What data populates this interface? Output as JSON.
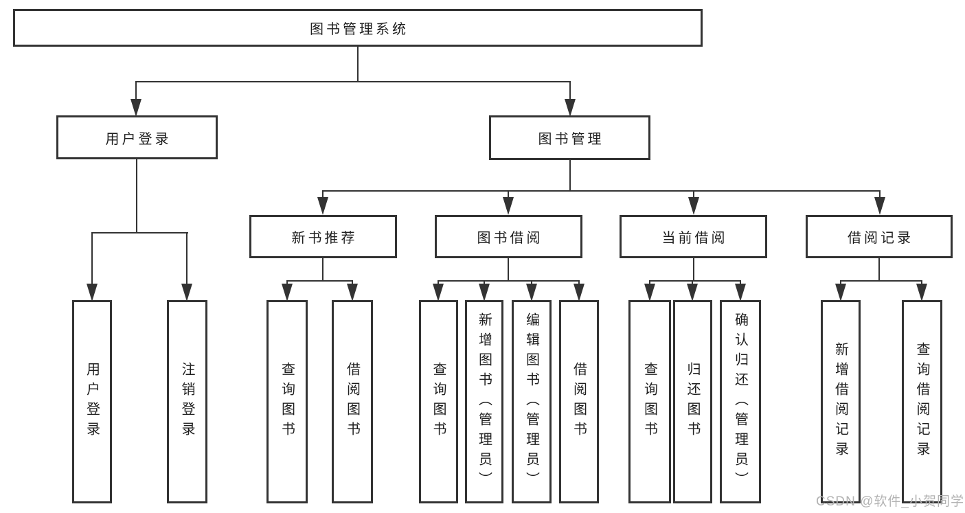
{
  "diagram": {
    "root": {
      "label": "图书管理系统"
    },
    "level1": [
      {
        "label": "用户登录"
      },
      {
        "label": "图书管理"
      }
    ],
    "level2": [
      {
        "label": "新书推荐"
      },
      {
        "label": "图书借阅"
      },
      {
        "label": "当前借阅"
      },
      {
        "label": "借阅记录"
      }
    ],
    "leaves": {
      "user_login": [
        {
          "label": "用户登录"
        },
        {
          "label": "注销登录"
        }
      ],
      "new_book": [
        {
          "label": "查询图书"
        },
        {
          "label": "借阅图书"
        }
      ],
      "book_borrow": [
        {
          "label": "查询图书"
        },
        {
          "label": "新增图书（管理员）"
        },
        {
          "label": "编辑图书（管理员）"
        },
        {
          "label": "借阅图书"
        }
      ],
      "current_borrow": [
        {
          "label": "查询图书"
        },
        {
          "label": "归还图书"
        },
        {
          "label": "确认归还（管理员）"
        }
      ],
      "borrow_record": [
        {
          "label": "新增借阅记录"
        },
        {
          "label": "查询借阅记录"
        }
      ]
    },
    "watermark": "CSDN @软件_小贺同学",
    "colors": {
      "line": "#333333",
      "text": "#1f1f1f",
      "background": "#ffffff",
      "watermark": "#b3b3b3"
    }
  }
}
